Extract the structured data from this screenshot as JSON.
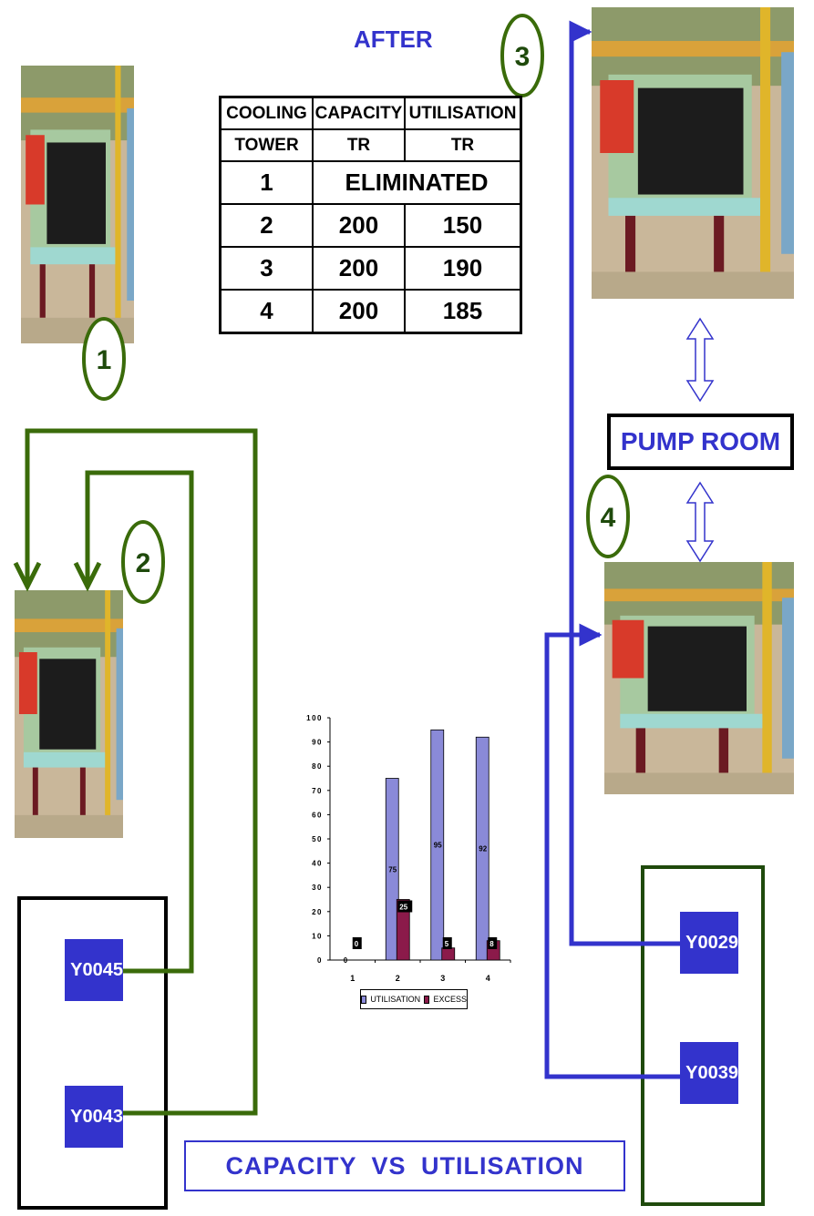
{
  "title": "AFTER",
  "table": {
    "header_row1": [
      "COOLING",
      "CAPACITY",
      "UTILISATION"
    ],
    "header_row2": [
      "TOWER",
      "TR",
      "TR"
    ],
    "row1": {
      "tower": "1",
      "status": "ELIMINATED"
    },
    "rows": [
      {
        "tower": "2",
        "capacity": "200",
        "utilisation": "150"
      },
      {
        "tower": "3",
        "capacity": "200",
        "utilisation": "190"
      },
      {
        "tower": "4",
        "capacity": "200",
        "utilisation": "185"
      }
    ]
  },
  "markers": [
    "1",
    "2",
    "3",
    "4"
  ],
  "pump_room": "PUMP ROOM",
  "tags": {
    "y0045": "Y0045",
    "y0043": "Y0043",
    "y0029": "Y0029",
    "y0039": "Y0039"
  },
  "footer": "CAPACITY  VS  UTILISATION",
  "colors": {
    "green": "#3a6b0a",
    "dark_green": "#1f4a0c",
    "blue": "#3333cc",
    "bar_util": "#8a8ad8",
    "bar_excess": "#8b1a4a"
  },
  "chart_data": {
    "type": "bar",
    "categories": [
      "1",
      "2",
      "3",
      "4"
    ],
    "series": [
      {
        "name": "UTILISATION",
        "values": [
          0,
          75,
          95,
          92
        ],
        "labels": [
          "0",
          "75",
          "95",
          "92"
        ]
      },
      {
        "name": "EXCESS",
        "values": [
          0,
          25,
          5,
          8
        ],
        "labels": [
          "0",
          "25",
          "5",
          "8"
        ]
      }
    ],
    "ylim": [
      0,
      100
    ],
    "yticks": [
      "0",
      "10",
      "20",
      "30",
      "40",
      "50",
      "60",
      "70",
      "80",
      "90",
      "100"
    ],
    "legend": "bottom"
  }
}
